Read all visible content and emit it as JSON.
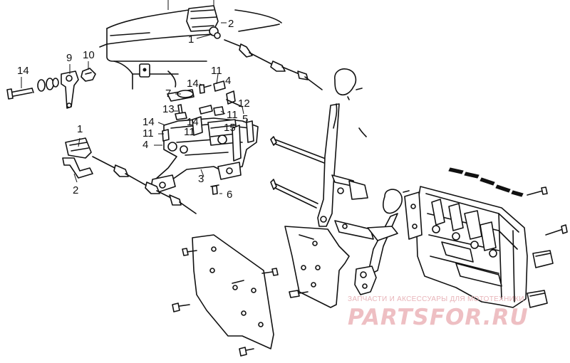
{
  "callouts": {
    "c14a": "14",
    "c9": "9",
    "c10": "10",
    "c2top": "2",
    "c1top": "1",
    "c11a": "11",
    "c4a": "4",
    "c7": "7",
    "c14b": "14",
    "c12": "12",
    "c13": "13",
    "c11b": "11",
    "c5": "5",
    "c14c": "14",
    "c14d": "14",
    "c15": "15",
    "c11c": "11",
    "c11d": "11",
    "c4b": "4",
    "c1mid": "1",
    "c3": "3",
    "c2mid": "2",
    "c6": "6"
  },
  "watermark": {
    "line1": "ЗАПЧАСТИ И АКСЕССУАРЫ ДЛЯ МОТОТЕХНИКИ",
    "line2": "PARTSFOR.RU",
    "color": "#eebfc3"
  }
}
